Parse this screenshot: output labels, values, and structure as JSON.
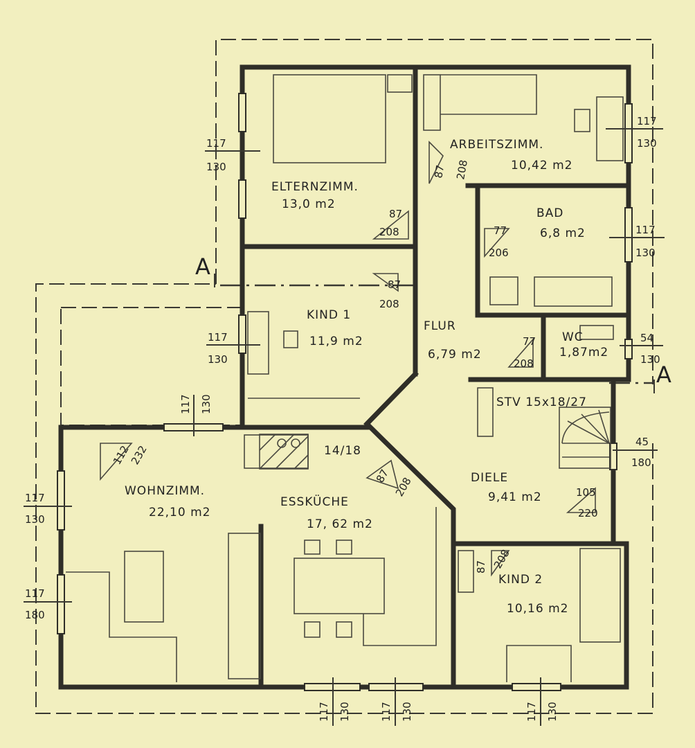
{
  "rooms": {
    "eltern": {
      "name": "ELTERNZIMM.",
      "area": "13,0 m2"
    },
    "arbeit": {
      "name": "ARBEITSZIMM.",
      "area": "10,42 m2"
    },
    "bad": {
      "name": "BAD",
      "area": "6,8 m2"
    },
    "kind1": {
      "name": "KIND 1",
      "area": "11,9 m2"
    },
    "flur": {
      "name": "FLUR",
      "area": "6,79 m2"
    },
    "wc": {
      "name": "WC",
      "area": "1,87m2"
    },
    "wohn": {
      "name": "WOHNZIMM.",
      "area": "22,10 m2"
    },
    "ess": {
      "name": "ESSKÜCHE",
      "area": "17, 62 m2"
    },
    "diele": {
      "name": "DIELE",
      "area": "9,41 m2"
    },
    "kind2": {
      "name": "KIND 2",
      "area": "10,16 m2"
    }
  },
  "stair_label": "STV 15x18/27",
  "chimney_label": "14/18",
  "section_marker": "A",
  "dimensions": {
    "w_eltern": [
      "117",
      "130"
    ],
    "w_arbeit": [
      "117",
      "130"
    ],
    "w_bad": [
      "117",
      "130"
    ],
    "w_kind1": [
      "117",
      "130"
    ],
    "w_wc": [
      "54",
      "130"
    ],
    "w_stair": [
      "45",
      "180"
    ],
    "w_wohn_top": [
      "117",
      "130"
    ],
    "w_wohn_left1": [
      "117",
      "130"
    ],
    "w_wohn_left2": [
      "117",
      "180"
    ],
    "w_bottom1": [
      "117",
      "130"
    ],
    "w_bottom2": [
      "117",
      "130"
    ],
    "w_bottom3": [
      "117",
      "130"
    ],
    "d_arbeit": [
      "87",
      "208"
    ],
    "d_eltern": [
      "87",
      "208"
    ],
    "d_bad": [
      "77",
      "206"
    ],
    "d_kind1": [
      "87",
      "208"
    ],
    "d_wc": [
      "77",
      "208"
    ],
    "d_wohn": [
      "112",
      "232"
    ],
    "d_ess": [
      "87",
      "208"
    ],
    "d_diele": [
      "105",
      "220"
    ],
    "d_kind2": [
      "87",
      "208"
    ]
  }
}
